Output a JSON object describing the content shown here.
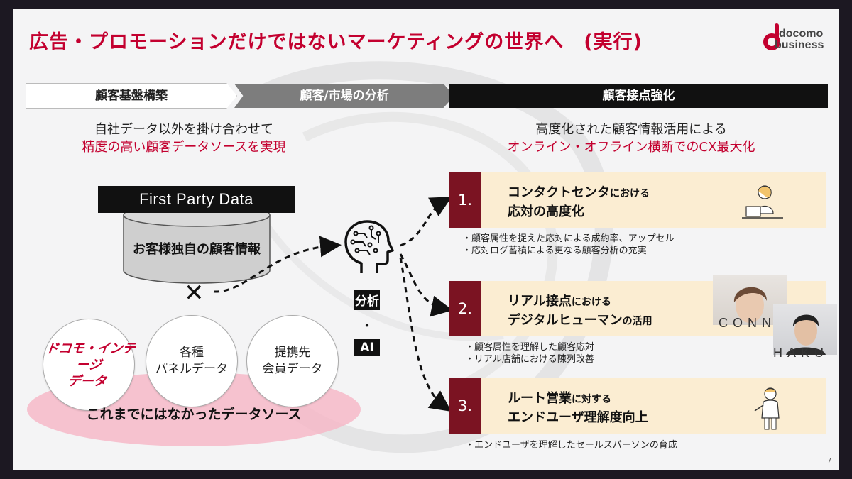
{
  "title": "広告・プロモーションだけではないマーケティングの世界へ　(実行)",
  "logo": {
    "line1": "docomo",
    "line2": "business",
    "brand_color": "#c3002f"
  },
  "steps": [
    {
      "label": "顧客基盤構築"
    },
    {
      "label": "顧客/市場の分析"
    },
    {
      "label": "顧客接点強化"
    }
  ],
  "left_sub": {
    "line1": "自社データ以外を掛け合わせて",
    "line2": "精度の高い顧客データソースを実現"
  },
  "right_sub": {
    "line1": "高度化された顧客情報活用による",
    "line2": "オンライン・オフライン横断でのCX最大化"
  },
  "first_party": {
    "label": "First Party Data",
    "cylinder_text": "お客様独自の顧客情報"
  },
  "cross_symbol": "✕",
  "circles": [
    {
      "text": "ドコモ・インテージ\nデータ"
    },
    {
      "text": "各種\nパネルデータ"
    },
    {
      "text": "提携先\n会員データ"
    }
  ],
  "pink_text": "これまでにはなかったデータソース",
  "ai": {
    "line1": "分析",
    "line2": "・",
    "line3": "AI"
  },
  "cards": [
    {
      "num": "1.",
      "head1": "コンタクトセンタ",
      "head1_small": "における",
      "head2": "応対の高度化",
      "bullets": [
        "・顧客属性を捉えた応対による成約率、アップセル",
        "・応対ログ蓄積による更なる顧客分析の充実"
      ]
    },
    {
      "num": "2.",
      "head1": "リアル接点",
      "head1_small": "における",
      "head2": "デジタルヒューマン",
      "head2_small": "の活用",
      "bullets": [
        "・顧客属性を理解した顧客応対",
        "・リアル店舗における陳列改善"
      ]
    },
    {
      "num": "3.",
      "head1": "ルート営業",
      "head1_small": "に対する",
      "head2": "エンドユーザ理解度向上",
      "bullets": [
        "・エンドユーザを理解したセールスパーソンの育成"
      ]
    }
  ],
  "conn_label": "CONN",
  "haku_label": "HAKU",
  "page_number": "7",
  "colors": {
    "accent": "#c3002f",
    "card_bg": "#fbedd2",
    "card_num_bg": "#7b1322",
    "pink": "#f6b9c8"
  }
}
